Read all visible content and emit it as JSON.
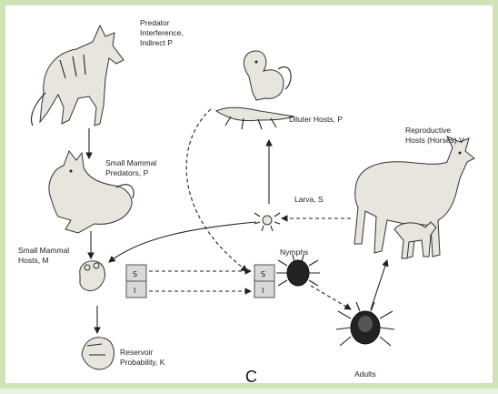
{
  "labels": {
    "predator_l1": "Predator",
    "predator_l2": "Interference,",
    "predator_l3": "Indirect P",
    "diluter_hosts": "Diluter Hosts, P",
    "reproductive_l1": "Reproductive",
    "reproductive_l2": "Hosts (Horses) V",
    "small_predators_l1": "Small Mammal",
    "small_predators_l2": "Predators, P",
    "larva": "Larva, S",
    "small_hosts_l1": "Small Mammal",
    "small_hosts_l2": "Hosts, M",
    "nymphs": "Nymphs",
    "adults": "Adults",
    "reservoir_l1": "Reservoir",
    "reservoir_l2": "Probability, K",
    "panel_letter": "C"
  },
  "state_boxes": {
    "left_top": "S",
    "left_bottom": "I",
    "right_top": "S",
    "right_bottom": "I"
  }
}
